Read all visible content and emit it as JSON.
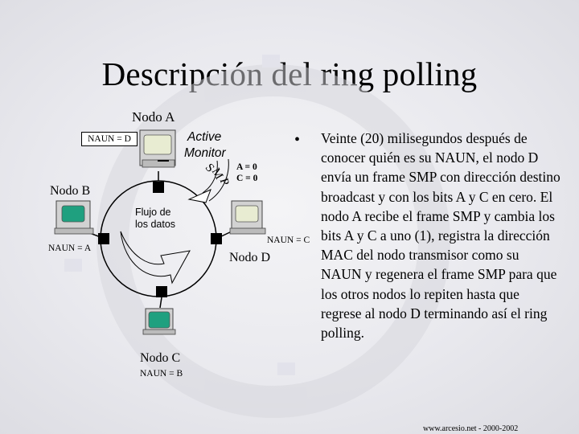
{
  "title": "Descripción del ring polling",
  "nodes": {
    "a": {
      "name": "Nodo A",
      "naun": "NAUN = D"
    },
    "b": {
      "name": "Nodo B",
      "naun": "NAUN = A"
    },
    "c": {
      "name": "Nodo C",
      "naun": "NAUN = B"
    },
    "d": {
      "name": "Nodo D",
      "naun": "NAUN = C"
    }
  },
  "active_monitor": {
    "line1": "Active",
    "line2": "Monitor"
  },
  "smp_label": [
    "S",
    "M",
    "P"
  ],
  "bits": {
    "a": "A = 0",
    "c": "C = 0"
  },
  "flow": {
    "line1": "Flujo de",
    "line2": "los datos"
  },
  "bullet": {
    "marker": "•",
    "text": "Veinte (20) milisegundos después de conocer quién es su NAUN, el nodo D envía un frame SMP con dirección destino broadcast y con los bits A y C en cero. El nodo A recibe el frame SMP y cambia los bits A y C a uno (1), registra la dirección MAC del nodo transmisor como su NAUN y regenera el frame SMP para que los otros nodos lo repiten hasta que regrese al nodo D terminando así el ring polling."
  },
  "footer": "www.arcesio.net - 2000-2002",
  "colors": {
    "screen": "#1fa07f",
    "screen_pale": "#e8ecd2",
    "monitor": "#d2d2d2",
    "connector": "#000000",
    "ring": "#000000"
  }
}
